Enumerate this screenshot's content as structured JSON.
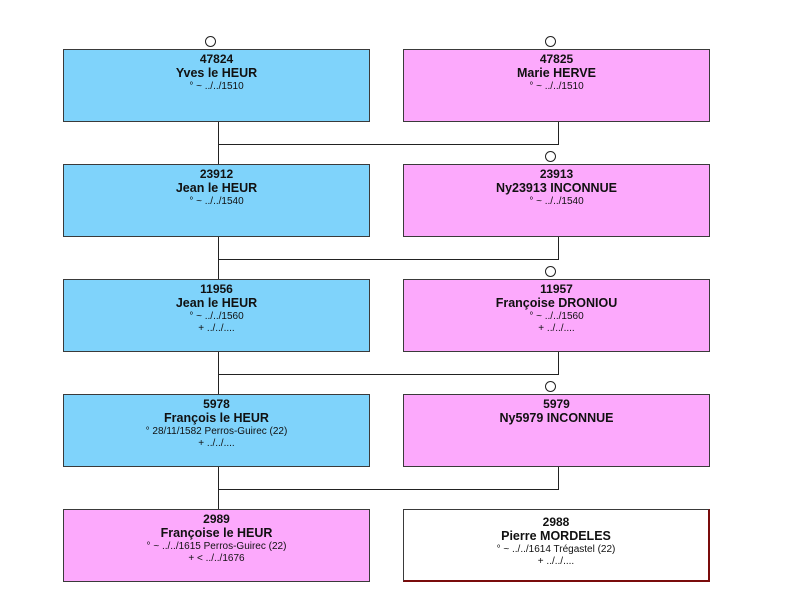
{
  "persons": [
    {
      "id": "p47824",
      "number": "47824",
      "name": "Yves le HEUR",
      "lines": [
        "° ~ ../../1510"
      ]
    },
    {
      "id": "p47825",
      "number": "47825",
      "name": "Marie HERVE",
      "lines": [
        "° ~ ../../1510"
      ]
    },
    {
      "id": "p23912",
      "number": "23912",
      "name": "Jean le HEUR",
      "lines": [
        "° ~ ../../1540"
      ]
    },
    {
      "id": "p23913",
      "number": "23913",
      "name": "Ny23913 INCONNUE",
      "lines": [
        "° ~ ../../1540"
      ]
    },
    {
      "id": "p11956",
      "number": "11956",
      "name": "Jean le HEUR",
      "lines": [
        "° ~ ../../1560",
        "+ ../../...."
      ]
    },
    {
      "id": "p11957",
      "number": "11957",
      "name": "Françoise DRONIOU",
      "lines": [
        "° ~ ../../1560",
        "+ ../../...."
      ]
    },
    {
      "id": "p5978",
      "number": "5978",
      "name": "François le HEUR",
      "lines": [
        "° 28/11/1582 Perros-Guirec (22)",
        "+ ../../...."
      ]
    },
    {
      "id": "p5979",
      "number": "5979",
      "name": "Ny5979 INCONNUE",
      "lines": []
    },
    {
      "id": "p2989",
      "number": "2989",
      "name": "Françoise le HEUR",
      "lines": [
        "° ~ ../../1615 Perros-Guirec (22)",
        "+ < ../../1676"
      ]
    },
    {
      "id": "p2988",
      "number": "2988",
      "name": "Pierre MORDELES",
      "lines": [
        "° ~ ../../1614 Trégastel (22)",
        "+ ../../...."
      ]
    }
  ],
  "colors": {
    "male": "#7fd3fb",
    "female": "#fca9fc",
    "unrelated": "#ffffff"
  }
}
